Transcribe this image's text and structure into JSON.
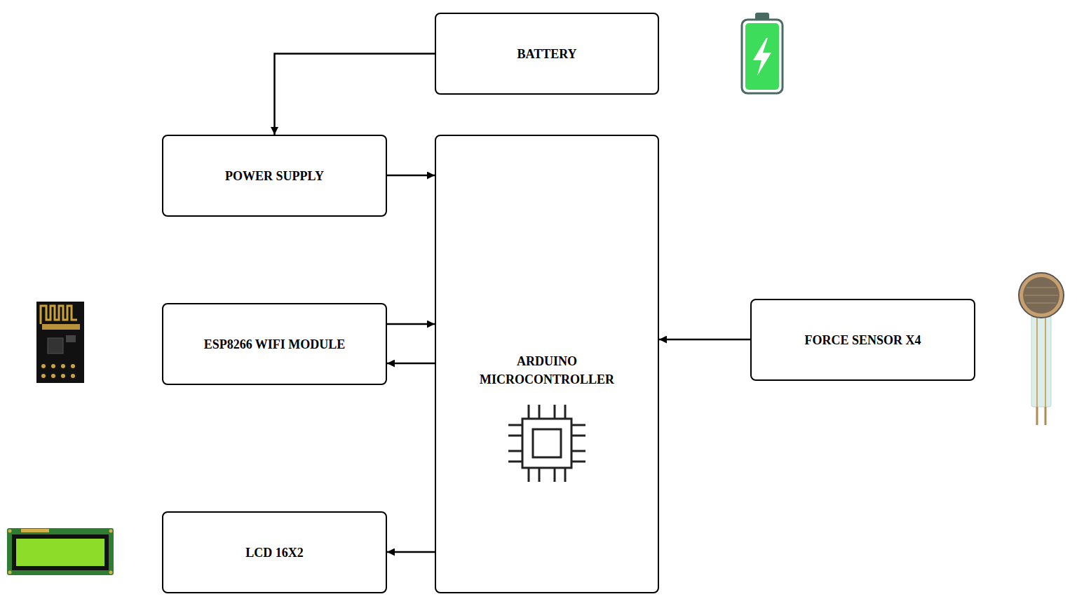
{
  "diagram": {
    "nodes": [
      {
        "text": [
          "BATTERY"
        ]
      },
      {
        "text": [
          "POWER SUPPLY"
        ]
      },
      {
        "text": [
          "ARDUINO MICROCONTROLLER"
        ]
      },
      {
        "text": [
          "ESP8266 WIFI MODULE"
        ]
      },
      {
        "text": [
          "FORCE SENSOR X4"
        ]
      },
      {
        "text": [
          "LCD 16X2"
        ]
      }
    ],
    "edges": [
      {
        "from": 0,
        "to": 1,
        "arrow": "to"
      },
      {
        "from": 1,
        "to": 2,
        "arrow": "to"
      },
      {
        "from": 3,
        "to": 2,
        "arrow": "to"
      },
      {
        "from": 2,
        "to": 3,
        "arrow": "to"
      },
      {
        "from": 4,
        "to": 2,
        "arrow": "to"
      },
      {
        "from": 2,
        "to": 5,
        "arrow": "to"
      }
    ]
  }
}
